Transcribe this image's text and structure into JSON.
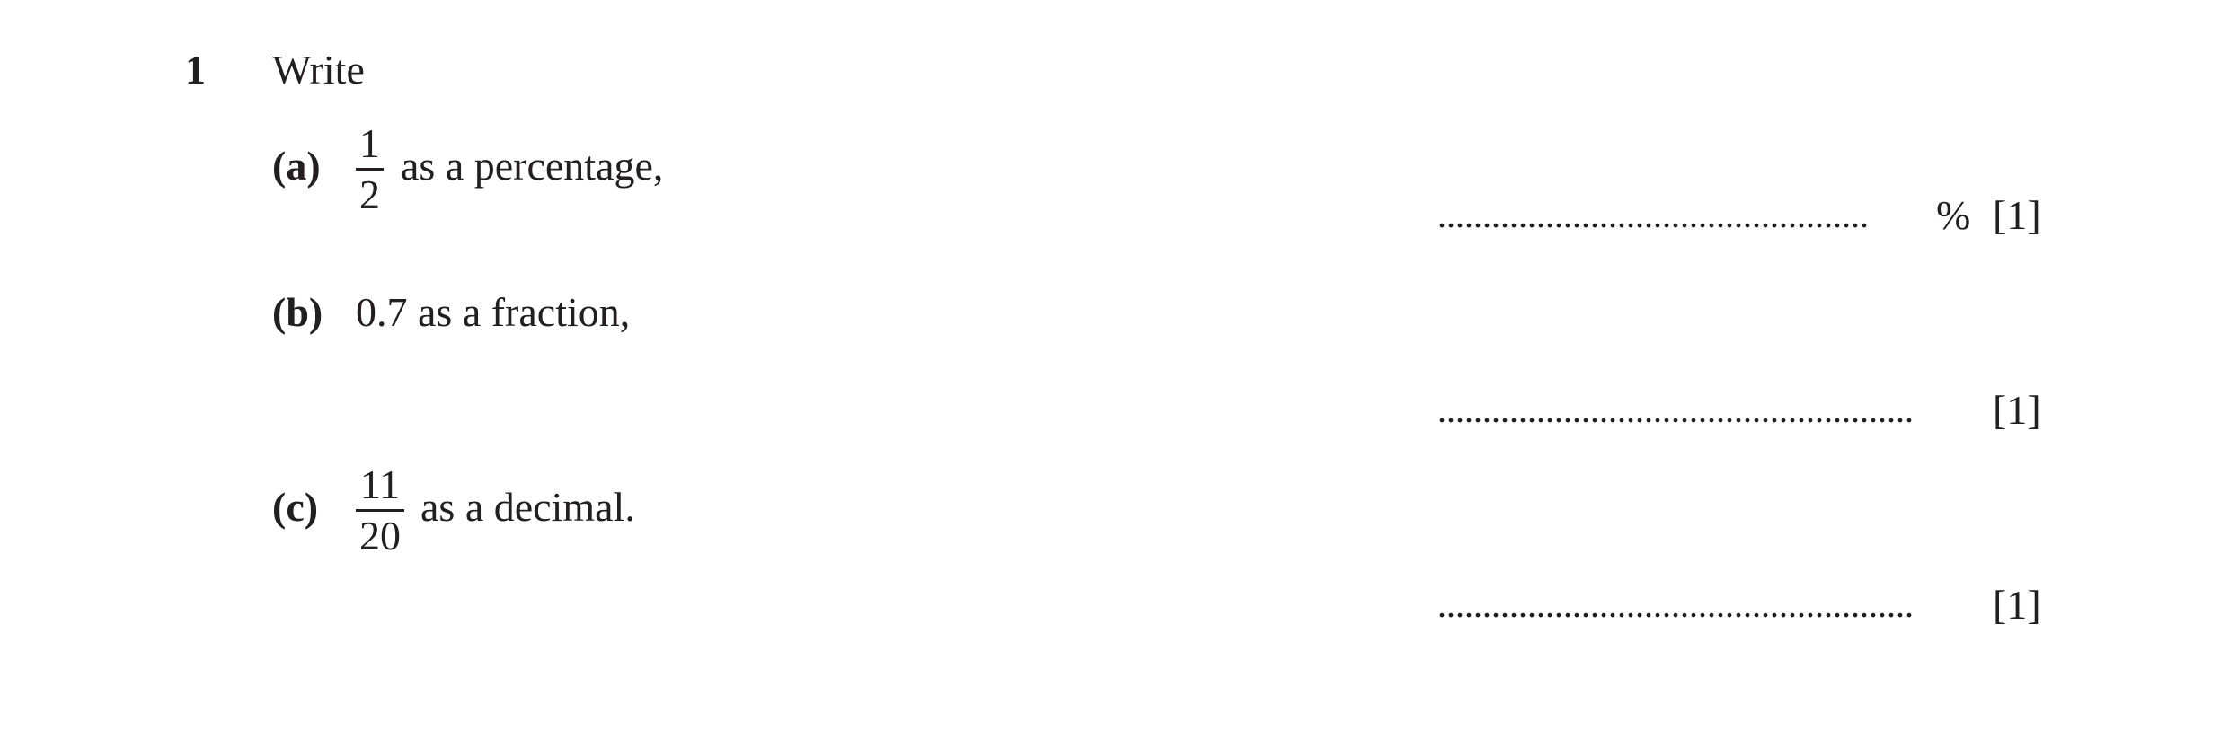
{
  "question": {
    "number": "1",
    "stem": "Write"
  },
  "parts": [
    {
      "label": "(a)",
      "fraction": {
        "numerator": "1",
        "denominator": "2"
      },
      "text": "as a percentage,",
      "answer_line": "................................................",
      "unit": "%",
      "marks": "[1]"
    },
    {
      "label": "(b)",
      "text": "0.7 as a fraction,",
      "answer_line": ".....................................................",
      "marks": "[1]"
    },
    {
      "label": "(c)",
      "fraction": {
        "numerator": "11",
        "denominator": "20"
      },
      "text": "as a decimal.",
      "answer_line": ".....................................................",
      "marks": "[1]"
    }
  ]
}
